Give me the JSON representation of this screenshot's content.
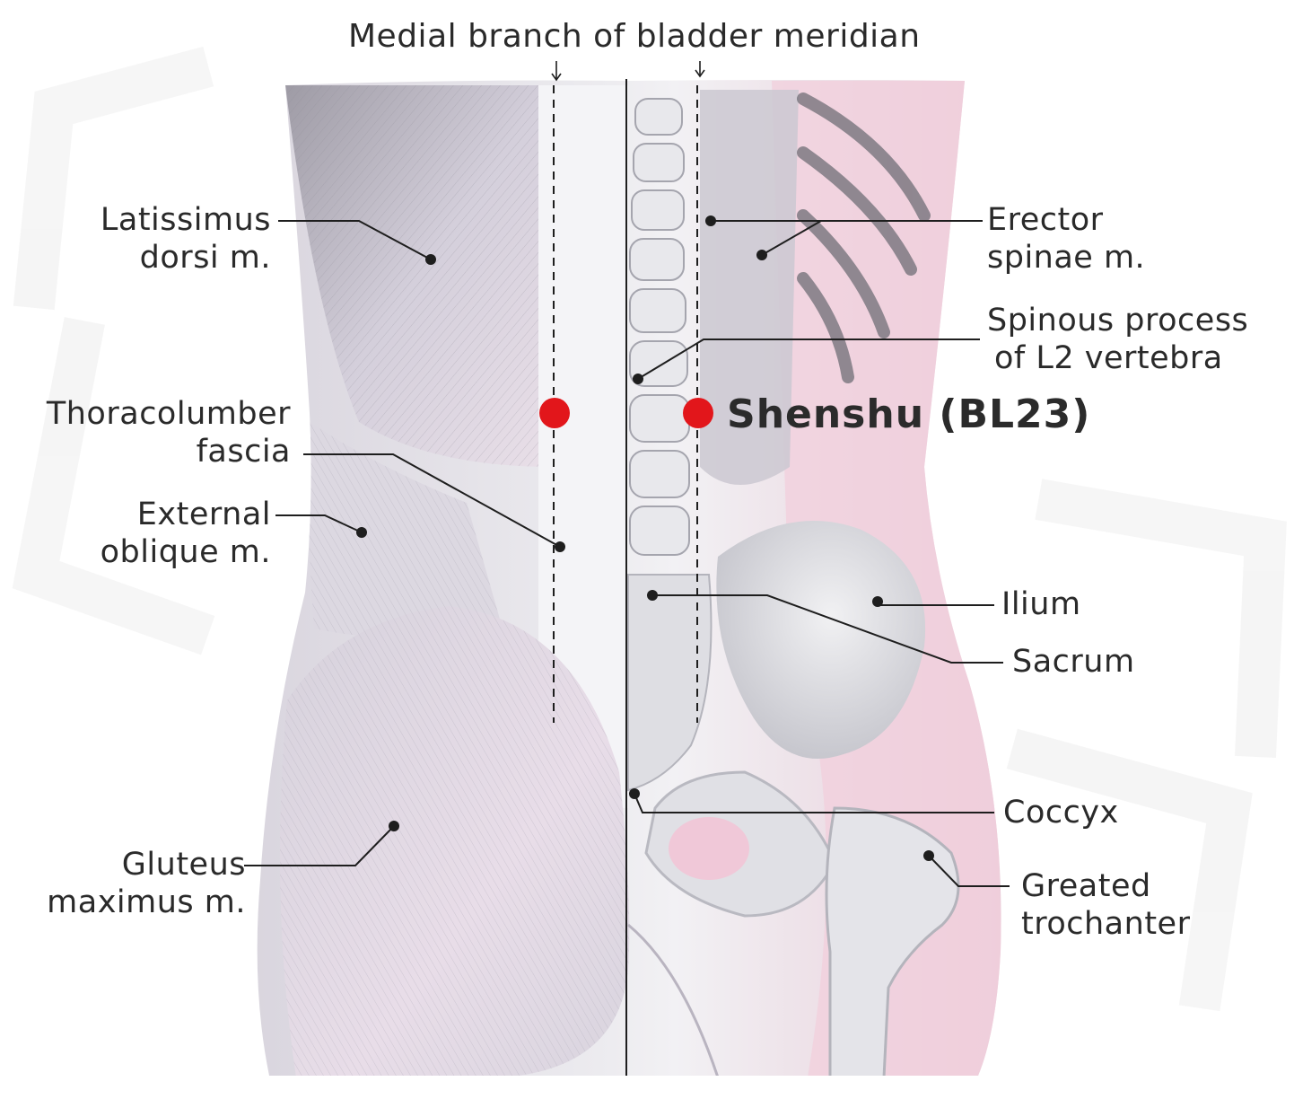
{
  "meridian_label": "Medial branch of bladder meridian",
  "acupoint": {
    "name": "Shenshu (BL23)",
    "color": "#e2161b"
  },
  "labels": {
    "latissimus": {
      "line1": "Latissimus",
      "line2": "dorsi m."
    },
    "thoraco": {
      "line1": "Thoracolumber",
      "line2": "fascia"
    },
    "external": {
      "line1": "External",
      "line2": "oblique m."
    },
    "gluteus": {
      "line1": "Gluteus",
      "line2": "maximus m."
    },
    "erector": {
      "line1": "Erector",
      "line2": "spinae m."
    },
    "spinous": {
      "line1": "Spinous process",
      "line2": "of L2 vertebra"
    },
    "ilium": "Ilium",
    "sacrum": "Sacrum",
    "coccyx": "Coccyx",
    "trochanter": {
      "line1": "Greated",
      "line2": "trochanter"
    }
  },
  "colors": {
    "skin_pink": "#f2cfdc",
    "muscle_gray": "#c9c7cf",
    "bone": "#e6e6ea",
    "ink": "#2a2a2a"
  }
}
